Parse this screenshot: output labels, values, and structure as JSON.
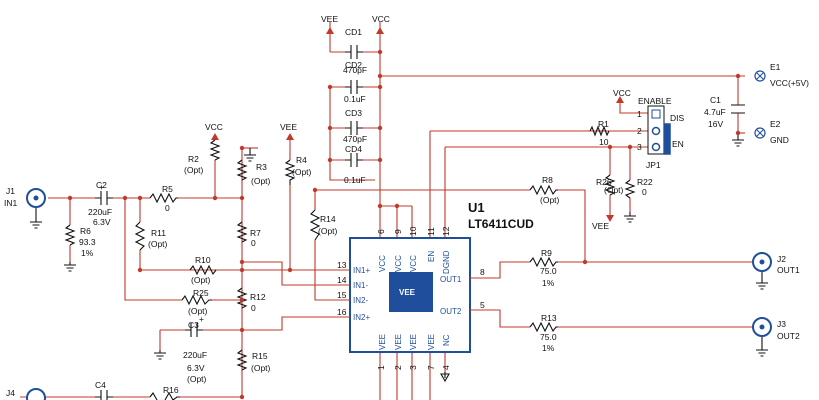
{
  "power": {
    "vee": "VEE",
    "vcc": "VCC"
  },
  "decoupling": [
    {
      "ref": "CD1",
      "value": "470pF"
    },
    {
      "ref": "CD2",
      "value": "0.1uF"
    },
    {
      "ref": "CD3",
      "value": "470pF"
    },
    {
      "ref": "CD4",
      "value": "0.1uF"
    }
  ],
  "terminals": {
    "e1": {
      "ref": "E1",
      "label": "VCC(+5V)"
    },
    "e2": {
      "ref": "E2",
      "label": "GND"
    }
  },
  "c1": {
    "ref": "C1",
    "value": "4.7uF",
    "voltage": "16V"
  },
  "jumper": {
    "ref": "JP1",
    "title": "ENABLE",
    "dis": "DIS",
    "en": "EN",
    "pins": [
      "1",
      "2",
      "3"
    ]
  },
  "r1": {
    "ref": "R1",
    "value": "10"
  },
  "r26": {
    "ref": "R26",
    "value": "(Opt)"
  },
  "r22": {
    "ref": "R22",
    "value": "0"
  },
  "r8": {
    "ref": "R8",
    "value": "(Opt)"
  },
  "u1": {
    "ref": "U1",
    "part": "LT6411CUD",
    "center": "VEE",
    "top_pins": [
      {
        "name": "VCC",
        "num": "6"
      },
      {
        "name": "VCC",
        "num": "9"
      },
      {
        "name": "VCC",
        "num": "10"
      },
      {
        "name": "EN",
        "num": "11"
      },
      {
        "name": "DGND",
        "num": "12"
      }
    ],
    "left_pins": [
      {
        "name": "IN1+",
        "num": "13"
      },
      {
        "name": "IN1-",
        "num": "14"
      },
      {
        "name": "IN2-",
        "num": "15"
      },
      {
        "name": "IN2+",
        "num": "16"
      }
    ],
    "right_pins": [
      {
        "name": "OUT1",
        "num": "8"
      },
      {
        "name": "OUT2",
        "num": "5"
      }
    ],
    "bottom_pins": [
      {
        "name": "VEE",
        "num": "1"
      },
      {
        "name": "VEE",
        "num": "2"
      },
      {
        "name": "VEE",
        "num": "3"
      },
      {
        "name": "VEE",
        "num": "7"
      },
      {
        "name": "NC",
        "num": "4"
      }
    ]
  },
  "j1": {
    "ref": "J1",
    "label": "IN1"
  },
  "j2": {
    "ref": "J2",
    "label": "OUT1"
  },
  "j3": {
    "ref": "J3",
    "label": "OUT2"
  },
  "j4": {
    "ref": "J4"
  },
  "c2": {
    "ref": "C2",
    "value": "220uF",
    "voltage": "6.3V"
  },
  "c3": {
    "ref": "C3",
    "value": "220uF",
    "voltage": "6.3V",
    "opt": "(Opt)"
  },
  "c4": {
    "ref": "C4"
  },
  "r2": {
    "ref": "R2",
    "value": "(Opt)"
  },
  "r3": {
    "ref": "R3",
    "value": "(Opt)"
  },
  "r4": {
    "ref": "R4",
    "value": "(Opt)"
  },
  "r5": {
    "ref": "R5",
    "value": "0"
  },
  "r6": {
    "ref": "R6",
    "value": "93.3",
    "tol": "1%"
  },
  "r7": {
    "ref": "R7",
    "value": "0"
  },
  "r9": {
    "ref": "R9",
    "value": "75.0",
    "tol": "1%"
  },
  "r10": {
    "ref": "R10",
    "value": "(Opt)"
  },
  "r11": {
    "ref": "R11",
    "value": "(Opt)"
  },
  "r12": {
    "ref": "R12",
    "value": "0"
  },
  "r13": {
    "ref": "R13",
    "value": "75.0",
    "tol": "1%"
  },
  "r14": {
    "ref": "R14",
    "value": "(Opt)"
  },
  "r15": {
    "ref": "R15",
    "value": "(Opt)"
  },
  "r16": {
    "ref": "R16"
  },
  "r25": {
    "ref": "R25",
    "value": "(Opt)"
  }
}
